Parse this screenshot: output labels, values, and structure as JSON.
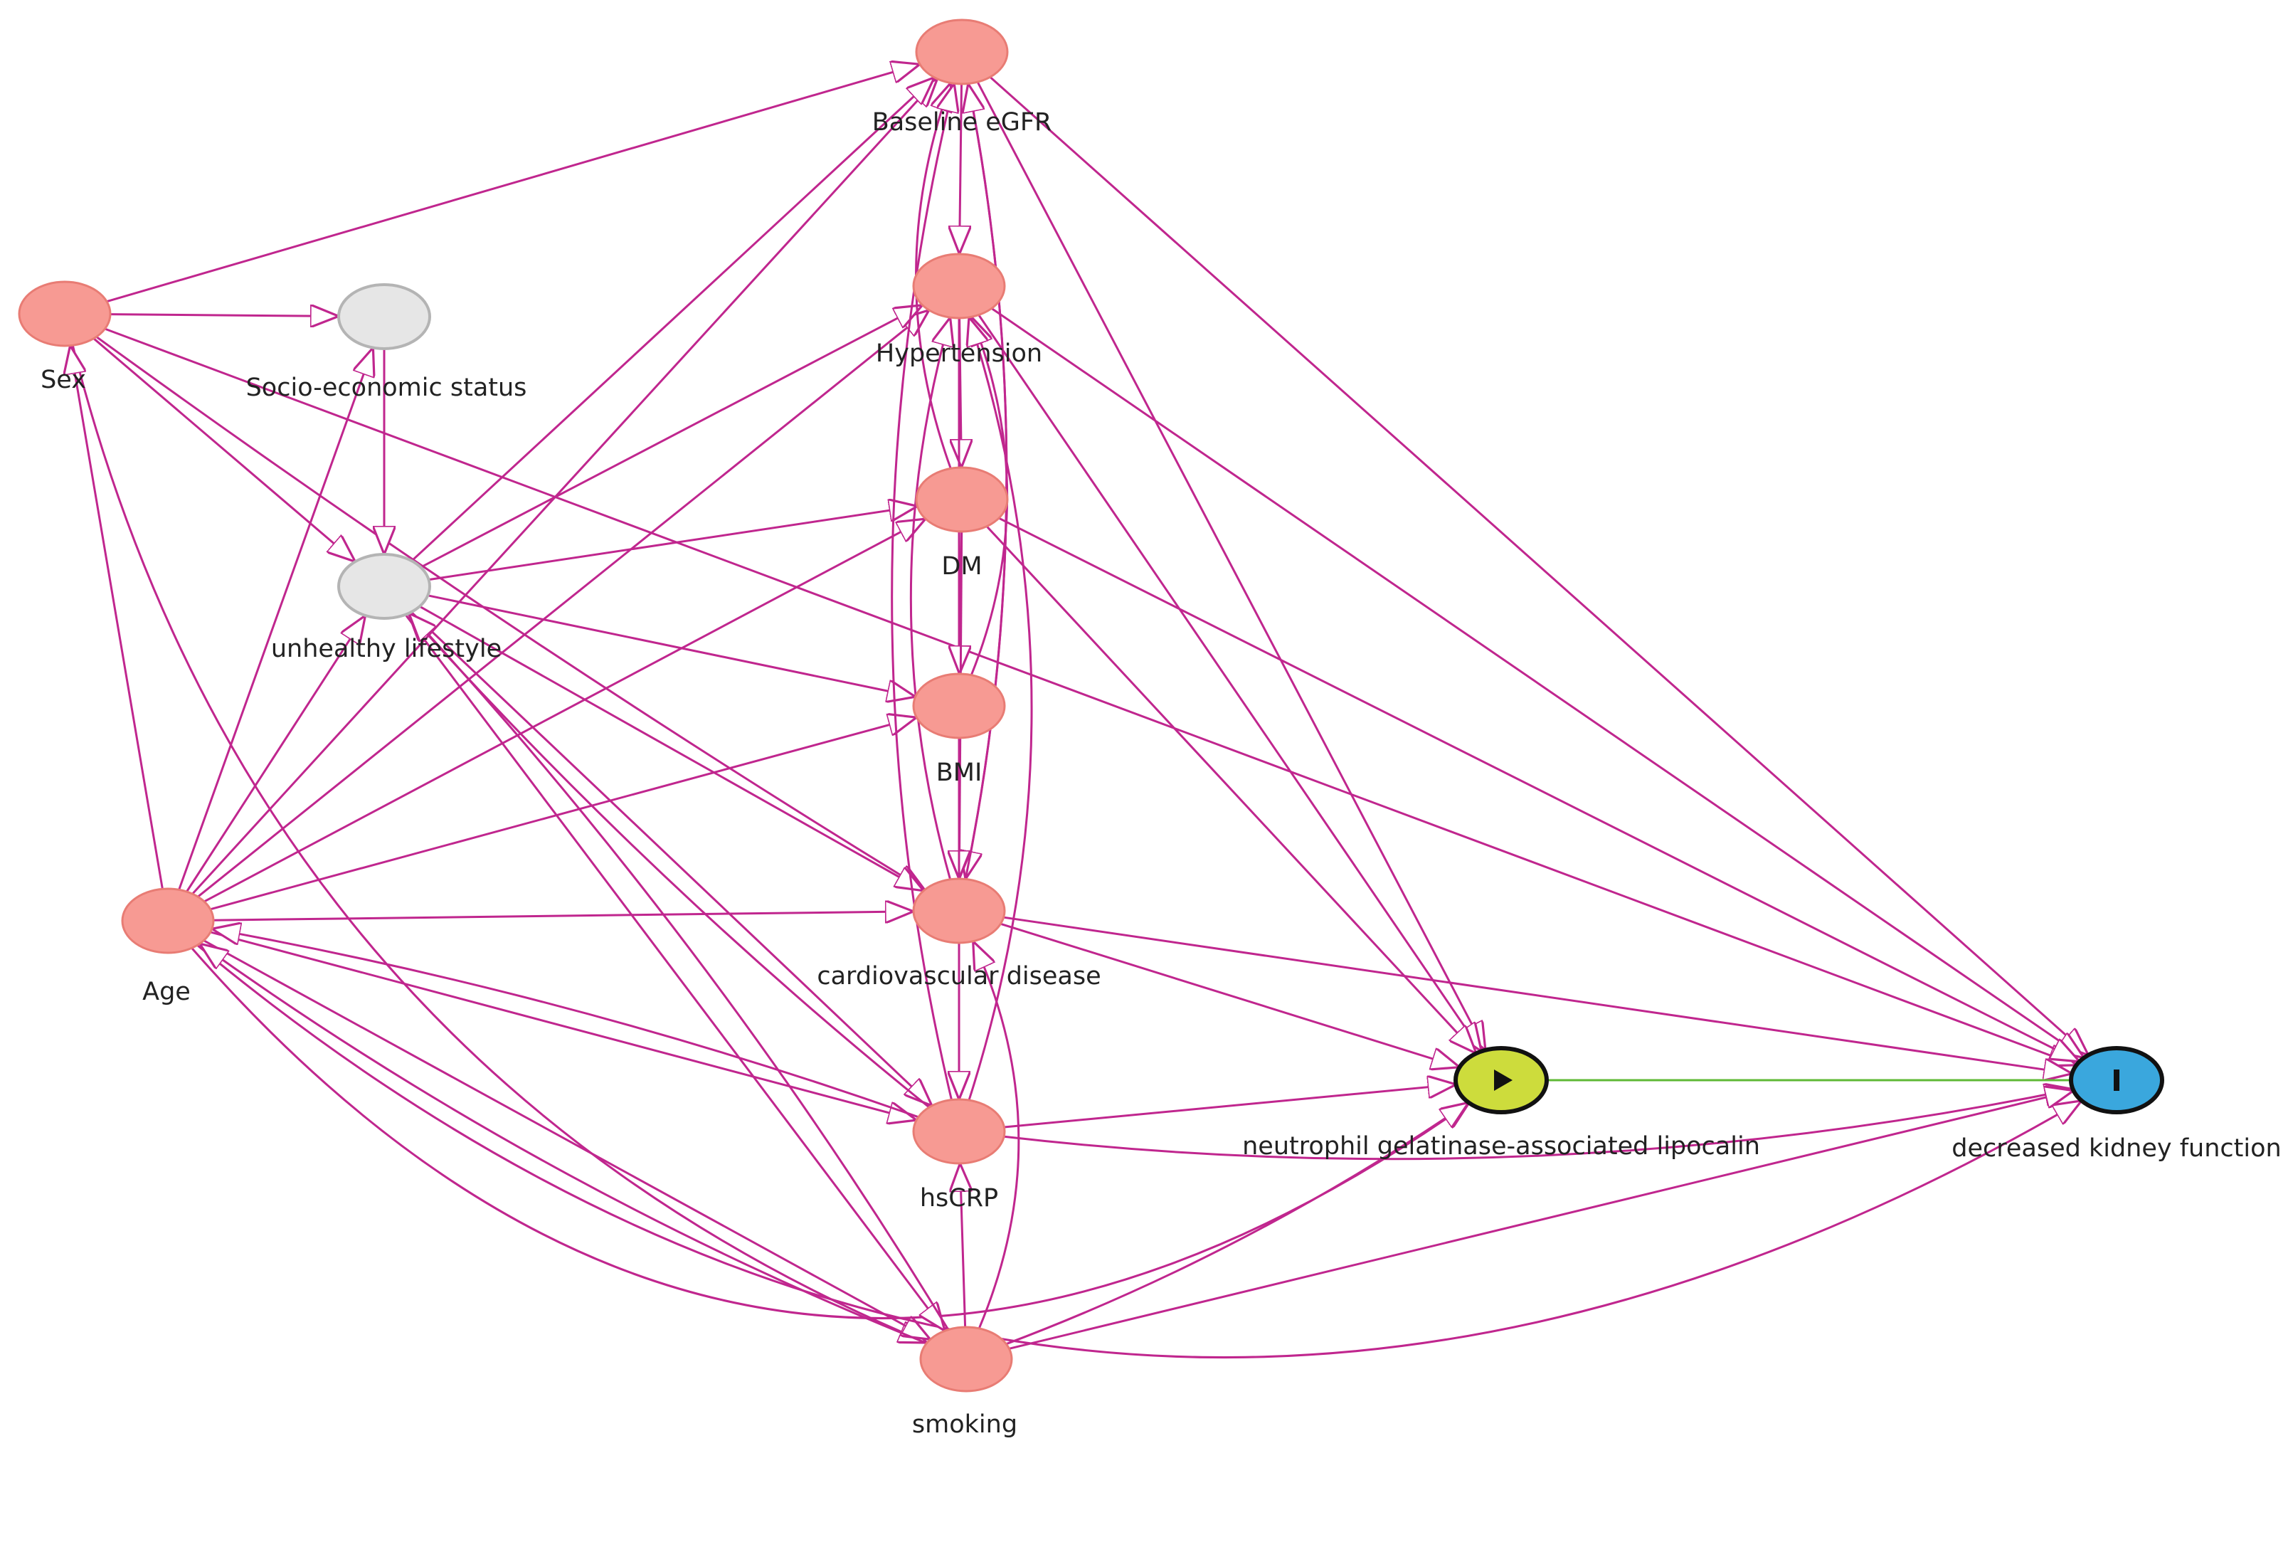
{
  "colors": {
    "edge": "#c0268e",
    "causal_edge": "#5fb936",
    "confounder_fill": "#f79a93",
    "confounder_stroke": "#e87c74",
    "latent_fill": "#e6e6e6",
    "latent_stroke": "#b4b4b4",
    "exposure_fill": "#cddc3c",
    "outcome_fill": "#3aa7dd"
  },
  "nodes": [
    {
      "id": "baseline_egfr",
      "label": "Baseline eGFR",
      "type": "confounder"
    },
    {
      "id": "sex",
      "label": "Sex",
      "type": "confounder"
    },
    {
      "id": "ses",
      "label": "Socio-economic status",
      "type": "latent"
    },
    {
      "id": "hypertension",
      "label": "Hypertension",
      "type": "confounder"
    },
    {
      "id": "dm",
      "label": "DM",
      "type": "confounder"
    },
    {
      "id": "lifestyle",
      "label": "unhealthy lifestyle",
      "type": "latent"
    },
    {
      "id": "bmi",
      "label": "BMI",
      "type": "confounder"
    },
    {
      "id": "age",
      "label": "Age",
      "type": "confounder"
    },
    {
      "id": "cvd",
      "label": "cardiovascular disease",
      "type": "confounder"
    },
    {
      "id": "hscrp",
      "label": "hsCRP",
      "type": "confounder"
    },
    {
      "id": "smoking",
      "label": "smoking",
      "type": "confounder"
    },
    {
      "id": "ngal",
      "label": "neutrophil gelatinase-associated lipocalin",
      "type": "exposure",
      "icon": "play-icon"
    },
    {
      "id": "ckd",
      "label": "decreased kidney function",
      "type": "outcome",
      "icon": "bar-icon"
    }
  ],
  "edges": [
    [
      "sex",
      "baseline_egfr"
    ],
    [
      "sex",
      "ses"
    ],
    [
      "sex",
      "lifestyle"
    ],
    [
      "sex",
      "cvd"
    ],
    [
      "sex",
      "smoking"
    ],
    [
      "sex",
      "ckd"
    ],
    [
      "ses",
      "lifestyle"
    ],
    [
      "age",
      "sex"
    ],
    [
      "age",
      "ses"
    ],
    [
      "age",
      "lifestyle"
    ],
    [
      "age",
      "baseline_egfr"
    ],
    [
      "age",
      "hypertension"
    ],
    [
      "age",
      "dm"
    ],
    [
      "age",
      "bmi"
    ],
    [
      "age",
      "cvd"
    ],
    [
      "age",
      "hscrp"
    ],
    [
      "age",
      "smoking"
    ],
    [
      "age",
      "ngal"
    ],
    [
      "age",
      "ckd"
    ],
    [
      "lifestyle",
      "baseline_egfr"
    ],
    [
      "lifestyle",
      "hypertension"
    ],
    [
      "lifestyle",
      "dm"
    ],
    [
      "lifestyle",
      "bmi"
    ],
    [
      "lifestyle",
      "cvd"
    ],
    [
      "lifestyle",
      "hscrp"
    ],
    [
      "lifestyle",
      "smoking"
    ],
    [
      "baseline_egfr",
      "hypertension"
    ],
    [
      "baseline_egfr",
      "cvd"
    ],
    [
      "baseline_egfr",
      "ngal"
    ],
    [
      "baseline_egfr",
      "ckd"
    ],
    [
      "hypertension",
      "dm"
    ],
    [
      "hypertension",
      "cvd"
    ],
    [
      "hypertension",
      "ngal"
    ],
    [
      "hypertension",
      "ckd"
    ],
    [
      "dm",
      "baseline_egfr"
    ],
    [
      "dm",
      "bmi"
    ],
    [
      "dm",
      "cvd"
    ],
    [
      "dm",
      "ngal"
    ],
    [
      "dm",
      "ckd"
    ],
    [
      "bmi",
      "hypertension"
    ],
    [
      "bmi",
      "cvd"
    ],
    [
      "bmi",
      "hscrp"
    ],
    [
      "cvd",
      "baseline_egfr"
    ],
    [
      "cvd",
      "hypertension"
    ],
    [
      "cvd",
      "hscrp"
    ],
    [
      "cvd",
      "ngal"
    ],
    [
      "cvd",
      "ckd"
    ],
    [
      "hscrp",
      "baseline_egfr"
    ],
    [
      "hscrp",
      "hypertension"
    ],
    [
      "hscrp",
      "lifestyle"
    ],
    [
      "hscrp",
      "age"
    ],
    [
      "hscrp",
      "ngal"
    ],
    [
      "hscrp",
      "ckd"
    ],
    [
      "smoking",
      "cvd"
    ],
    [
      "smoking",
      "hscrp"
    ],
    [
      "smoking",
      "lifestyle"
    ],
    [
      "smoking",
      "age"
    ],
    [
      "smoking",
      "ngal"
    ],
    [
      "smoking",
      "ckd"
    ]
  ],
  "causal_edges": [
    [
      "ngal",
      "ckd"
    ]
  ]
}
